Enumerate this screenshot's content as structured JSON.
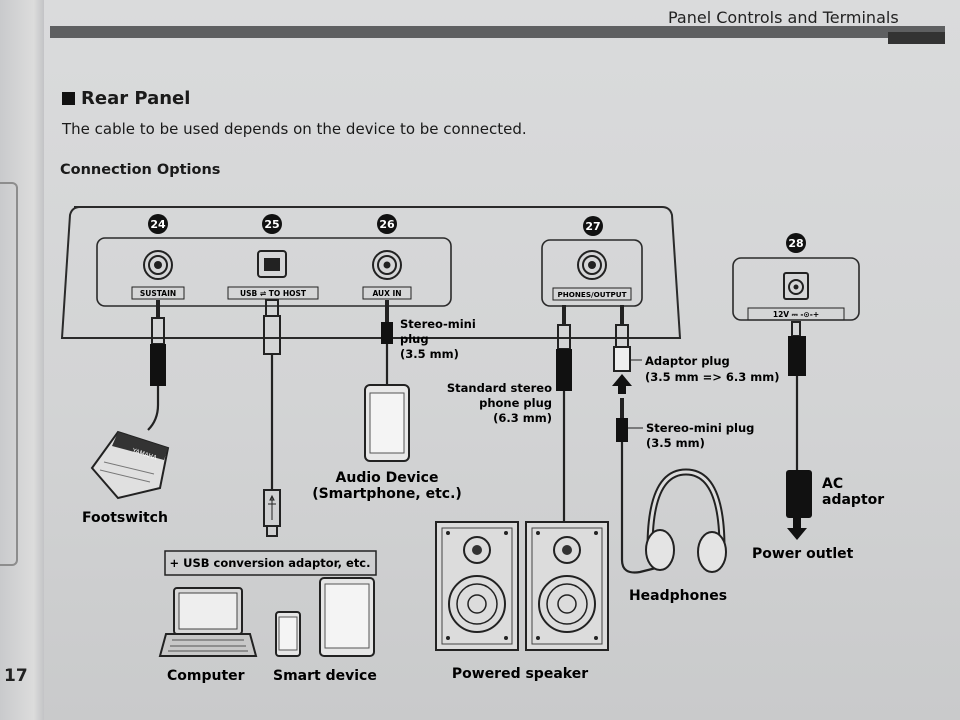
{
  "header": {
    "title": "Panel Controls and Terminals"
  },
  "section": {
    "title": "Rear Panel",
    "intro": "The cable to be used depends on the device to be connected.",
    "subheading": "Connection Options"
  },
  "page_number": "17",
  "ports": {
    "sustain": {
      "number": "24",
      "label": "SUSTAIN"
    },
    "usb": {
      "number": "25",
      "label": "USB ⇌ TO HOST"
    },
    "aux": {
      "number": "26",
      "label": "AUX IN"
    },
    "phones": {
      "number": "27",
      "label": "PHONES/OUTPUT"
    },
    "dc": {
      "number": "28",
      "label": "12V ⎓ -⊙-+"
    }
  },
  "callouts": {
    "stereo_mini": [
      "Stereo-mini",
      "plug",
      "(3.5 mm)"
    ],
    "standard_stereo": [
      "Standard stereo",
      "phone plug",
      "(6.3 mm)"
    ],
    "adaptor_plug": [
      "Adaptor plug",
      "(3.5 mm => 6.3 mm)"
    ],
    "stereo_mini_2": [
      "Stereo-mini plug",
      "(3.5 mm)"
    ]
  },
  "devices": {
    "footswitch": "Footswitch",
    "footswitch_brand": "YAMAHA",
    "audio_device": [
      "Audio Device",
      "(Smartphone, etc.)"
    ],
    "usb_adaptor": "+ USB conversion adaptor, etc.",
    "computer": "Computer",
    "smart_device": "Smart device",
    "powered_speaker": "Powered speaker",
    "headphones": "Headphones",
    "ac_adaptor": [
      "AC",
      "adaptor"
    ],
    "power_outlet": "Power outlet"
  },
  "icons": [
    "usb-icon",
    "arrow-up-icon",
    "arrow-down-icon"
  ],
  "colors": {
    "page": "#d6d7d8",
    "ink": "#1a1a1a",
    "badge": "#111111"
  }
}
